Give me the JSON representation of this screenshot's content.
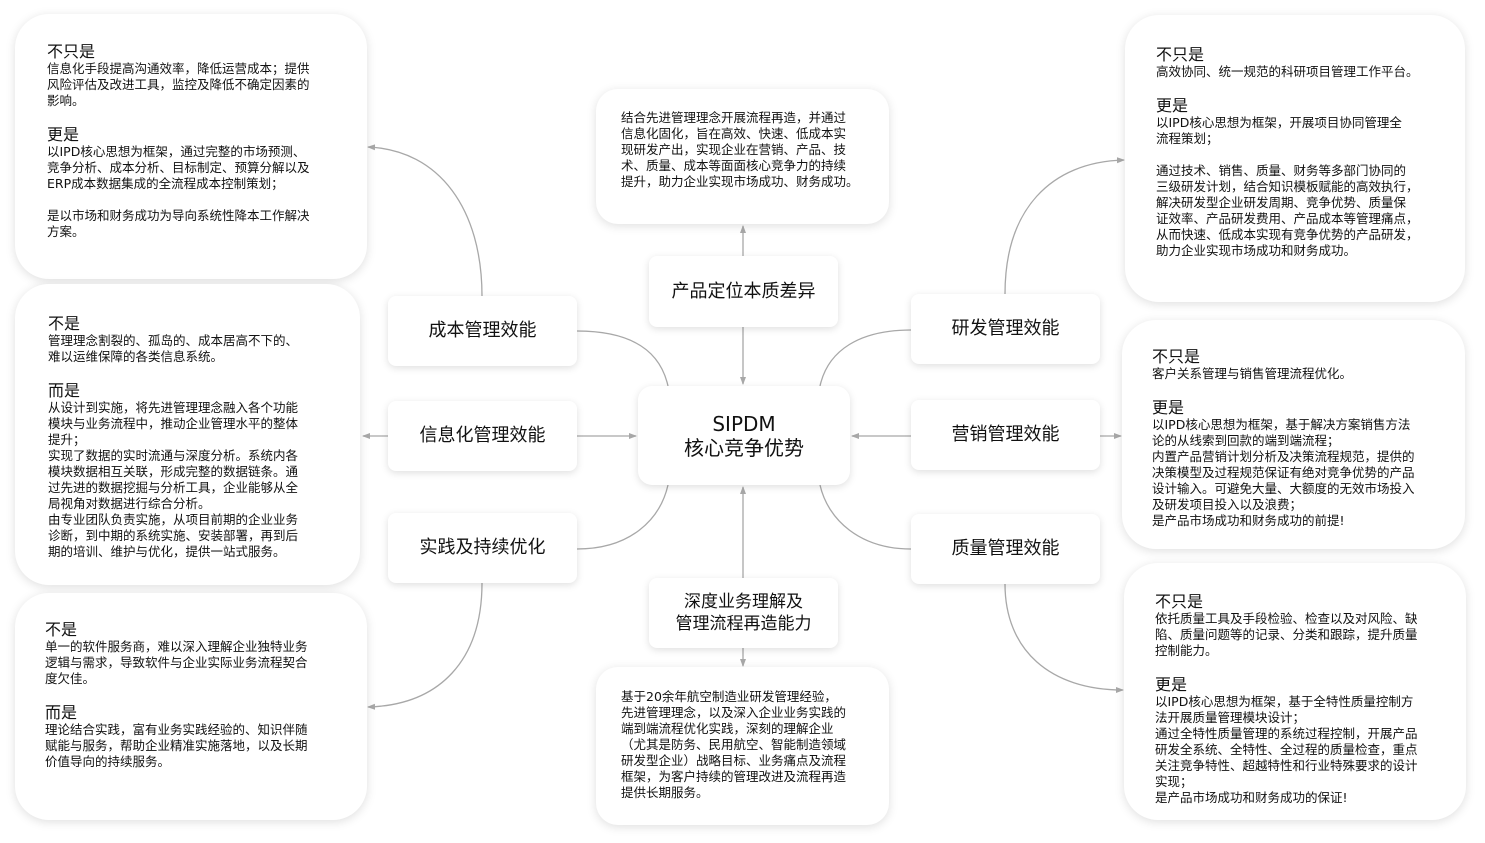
{
  "center": {
    "title": "SIPDM\n核心竞争优势"
  },
  "nodes": {
    "cost": "成本管理效能",
    "info": "信息化管理效能",
    "practice": "实践及持续优化",
    "product": "产品定位本质差异",
    "deep": "深度业务理解及\n管理流程再造能力",
    "rd": "研发管理效能",
    "marketing": "营销管理效能",
    "quality": "质量管理效能"
  },
  "cards": {
    "cost": {
      "h1": "不只是",
      "p1": "信息化手段提高沟通效率，降低运营成本；提供\n风险评估及改进工具，监控及降低不确定因素的\n影响。",
      "h2": "更是",
      "p2": "以IPD核心思想为框架，通过完整的市场预测、\n竞争分析、成本分析、目标制定、预算分解以及\nERP成本数据集成的全流程成本控制策划；",
      "p3": "是以市场和财务成功为导向系统性降本工作解决\n方案。"
    },
    "info": {
      "h1": "不是",
      "p1": "管理理念割裂的、孤岛的、成本居高不下的、\n难以运维保障的各类信息系统。",
      "h2": "而是",
      "p2": "从设计到实施，将先进管理理念融入各个功能\n模块与业务流程中，推动企业管理水平的整体\n提升；\n实现了数据的实时流通与深度分析。系统内各\n模块数据相互关联，形成完整的数据链条。通\n过先进的数据挖掘与分析工具，企业能够从全\n局视角对数据进行综合分析。\n由专业团队负责实施，从项目前期的企业业务\n诊断，到中期的系统实施、安装部署，再到后\n期的培训、维护与优化，提供一站式服务。"
    },
    "practice": {
      "h1": "不是",
      "p1": "单一的软件服务商，难以深入理解企业独特业务\n逻辑与需求，导致软件与企业实际业务流程契合\n度欠佳。",
      "h2": "而是",
      "p2": "理论结合实践，富有业务实践经验的、知识伴随\n赋能与服务，帮助企业精准实施落地，以及长期\n价值导向的持续服务。"
    },
    "product": {
      "p1": "结合先进管理理念开展流程再造，并通过\n信息化固化，旨在高效、快速、低成本实\n现研发产出，实现企业在营销、产品、技\n术、质量、成本等面面核心竞争力的持续\n提升，助力企业实现市场成功、财务成功。"
    },
    "deep": {
      "p1": "基于20余年航空制造业研发管理经验，\n先进管理理念，以及深入企业业务实践的\n端到端流程优化实践，深刻的理解企业\n（尤其是防务、民用航空、智能制造领域\n研发型企业）战略目标、业务痛点及流程\n框架，为客户持续的管理改进及流程再造\n提供长期服务。"
    },
    "rd": {
      "h1": "不只是",
      "p1": "高效协同、统一规范的科研项目管理工作平台。",
      "h2": "更是",
      "p2": "以IPD核心思想为框架，开展项目协同管理全\n流程策划；",
      "p3": "通过技术、销售、质量、财务等多部门协同的\n三级研发计划，结合知识模板赋能的高效执行，\n解决研发型企业研发周期、竞争优势、质量保\n证效率、产品研发费用、产品成本等管理痛点，\n从而快速、低成本实现有竞争优势的产品研发，\n助力企业实现市场成功和财务成功。"
    },
    "marketing": {
      "h1": "不只是",
      "p1": "客户关系管理与销售管理流程优化。",
      "h2": "更是",
      "p2": "以IPD核心思想为框架，基于解决方案销售方法\n论的从线索到回款的端到端流程；\n内置产品营销计划分析及决策流程规范，提供的\n决策模型及过程规范保证有绝对竞争优势的产品\n设计输入。可避免大量、大额度的无效市场投入\n及研发项目投入以及浪费；\n是产品市场成功和财务成功的前提!"
    },
    "quality": {
      "h1": "不只是",
      "p1": "依托质量工具及手段检验、检查以及对风险、缺\n陷、质量问题等的记录、分类和跟踪，提升质量\n控制能力。",
      "h2": "更是",
      "p2": "以IPD核心思想为框架，基于全特性质量控制方\n法开展质量管理模块设计；\n通过全特性质量管理的系统过程控制，开展产品\n研发全系统、全特性、全过程的质量检查，重点\n关注竞争特性、超越特性和行业特殊要求的设计\n实现；\n是产品市场成功和财务成功的保证!"
    }
  },
  "colors": {
    "line": "#a8a8a8",
    "text": "#111111"
  }
}
